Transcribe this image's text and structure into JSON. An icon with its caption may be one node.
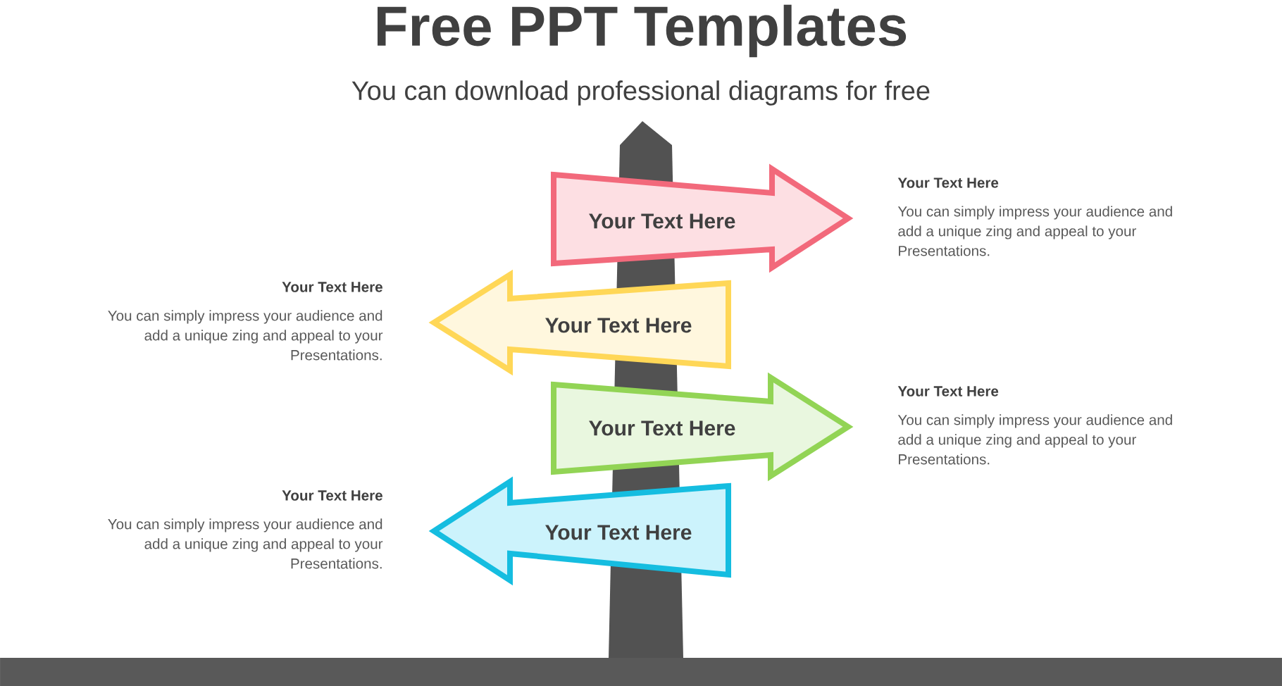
{
  "diagram": {
    "title": "Free PPT Templates",
    "nodes": [
      {
        "text": [],
        "shape": "bar"
      },
      {
        "text": [
          "Your Text Here"
        ],
        "beside": [
          "Your Text Here",
          "You can simply impress your audience and add a unique zing and appeal to your Presentations."
        ]
      },
      {
        "text": [
          "Your Text Here"
        ],
        "beside": [
          "Your Text Here",
          "You can simply impress your audience and add a unique zing and appeal to your Presentations."
        ]
      },
      {
        "text": [
          "Your Text Here"
        ],
        "beside": [
          "Your Text Here",
          "You can simply impress your audience and add a unique zing and appeal to your Presentations."
        ]
      },
      {
        "text": [
          "Your Text Here"
        ],
        "beside": [
          "Your Text Here",
          "You can simply impress your audience and add a unique zing and appeal to your Presentations."
        ]
      }
    ],
    "labels": [
      "You can download professional diagrams for free"
    ]
  }
}
